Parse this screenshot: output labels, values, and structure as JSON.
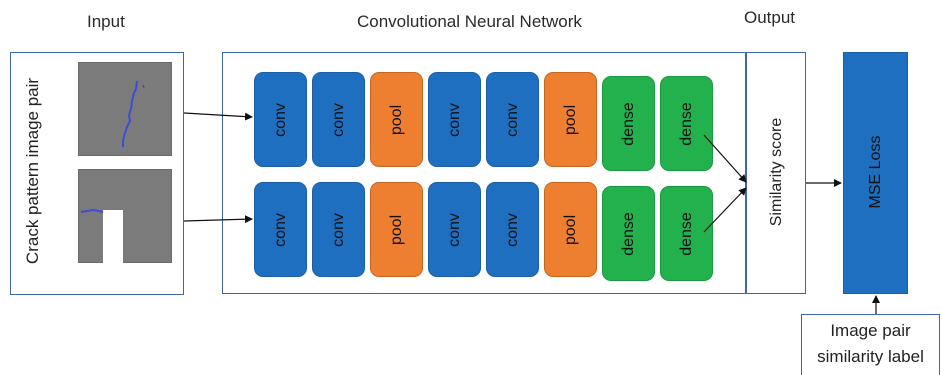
{
  "headers": {
    "input": "Input",
    "cnn": "Convolutional Neural Network",
    "output": "Output"
  },
  "input_panel": {
    "label": "Crack pattern image pair"
  },
  "rows": [
    [
      "conv",
      "conv",
      "pool",
      "conv",
      "conv",
      "pool",
      "dense",
      "dense"
    ],
    [
      "conv",
      "conv",
      "pool",
      "conv",
      "conv",
      "pool",
      "dense",
      "dense"
    ]
  ],
  "similarity": {
    "label": "Similarity score"
  },
  "loss": {
    "label": "MSE Loss"
  },
  "target": {
    "line1": "Image pair",
    "line2": "similarity label"
  },
  "colors": {
    "conv": "#1e6fc0",
    "pool": "#ef7f30",
    "dense": "#22b14c",
    "loss": "#1e6fc0",
    "crack": "#3a4fd8",
    "panel_border": "#3d67a8"
  }
}
